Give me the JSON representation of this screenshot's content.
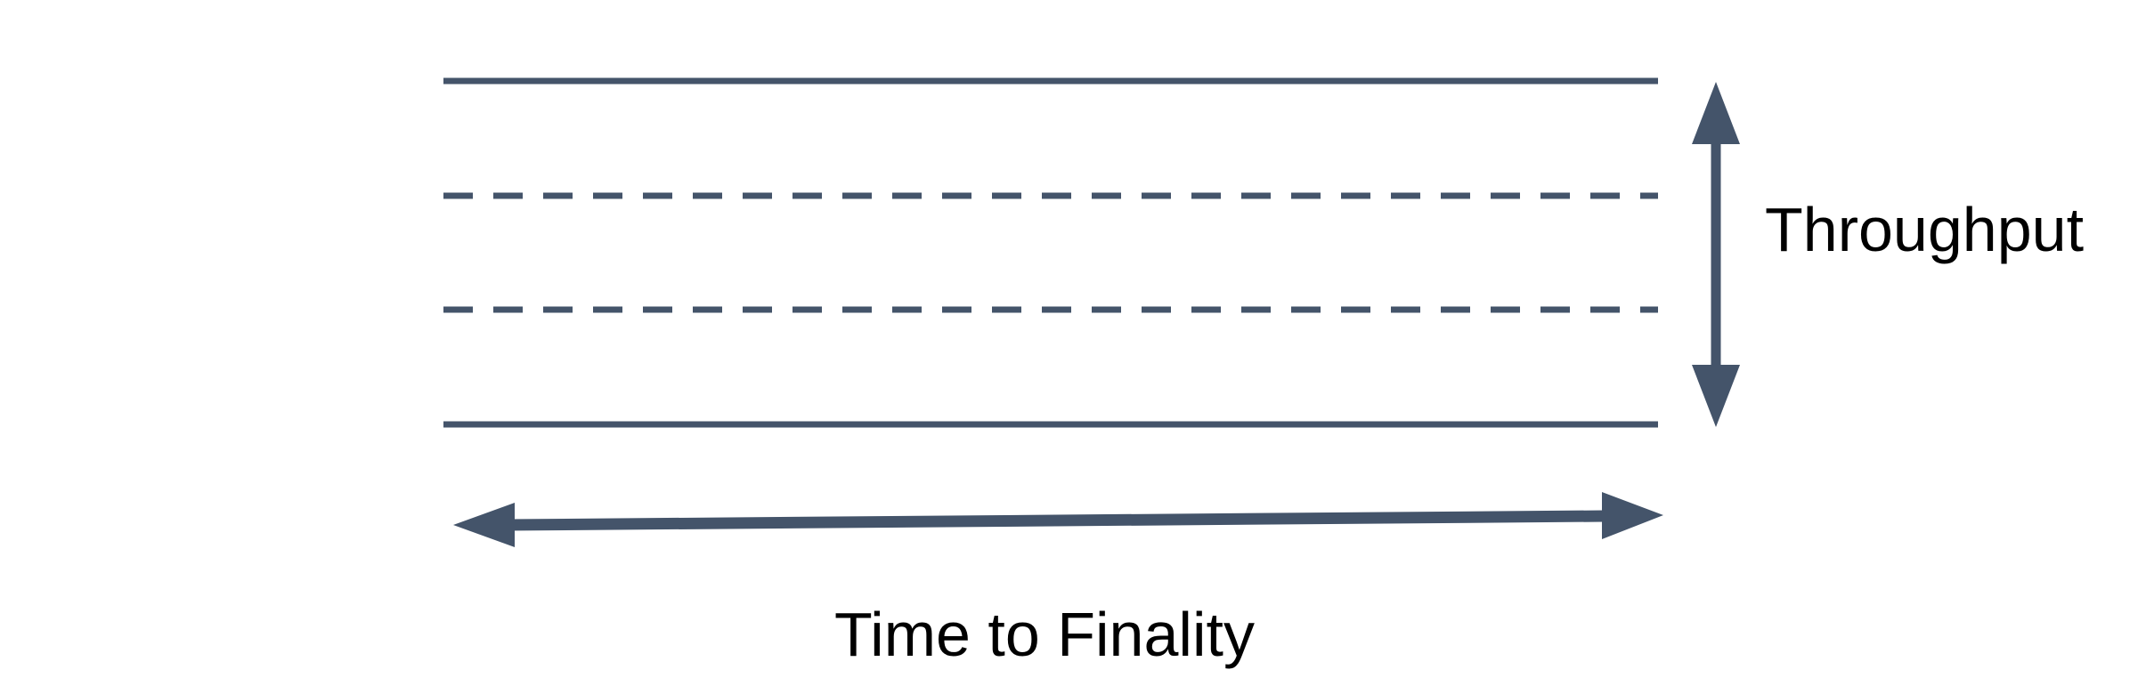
{
  "diagram": {
    "labels": {
      "throughput": "Throughput",
      "time_to_finality": "Time to Finality"
    },
    "colors": {
      "line": "#44546a",
      "text": "#000000",
      "background": "#ffffff"
    },
    "icons": {
      "throughput_arrow": "double-headed-vertical-arrow",
      "time_to_finality_arrow": "double-headed-horizontal-arrow"
    }
  }
}
